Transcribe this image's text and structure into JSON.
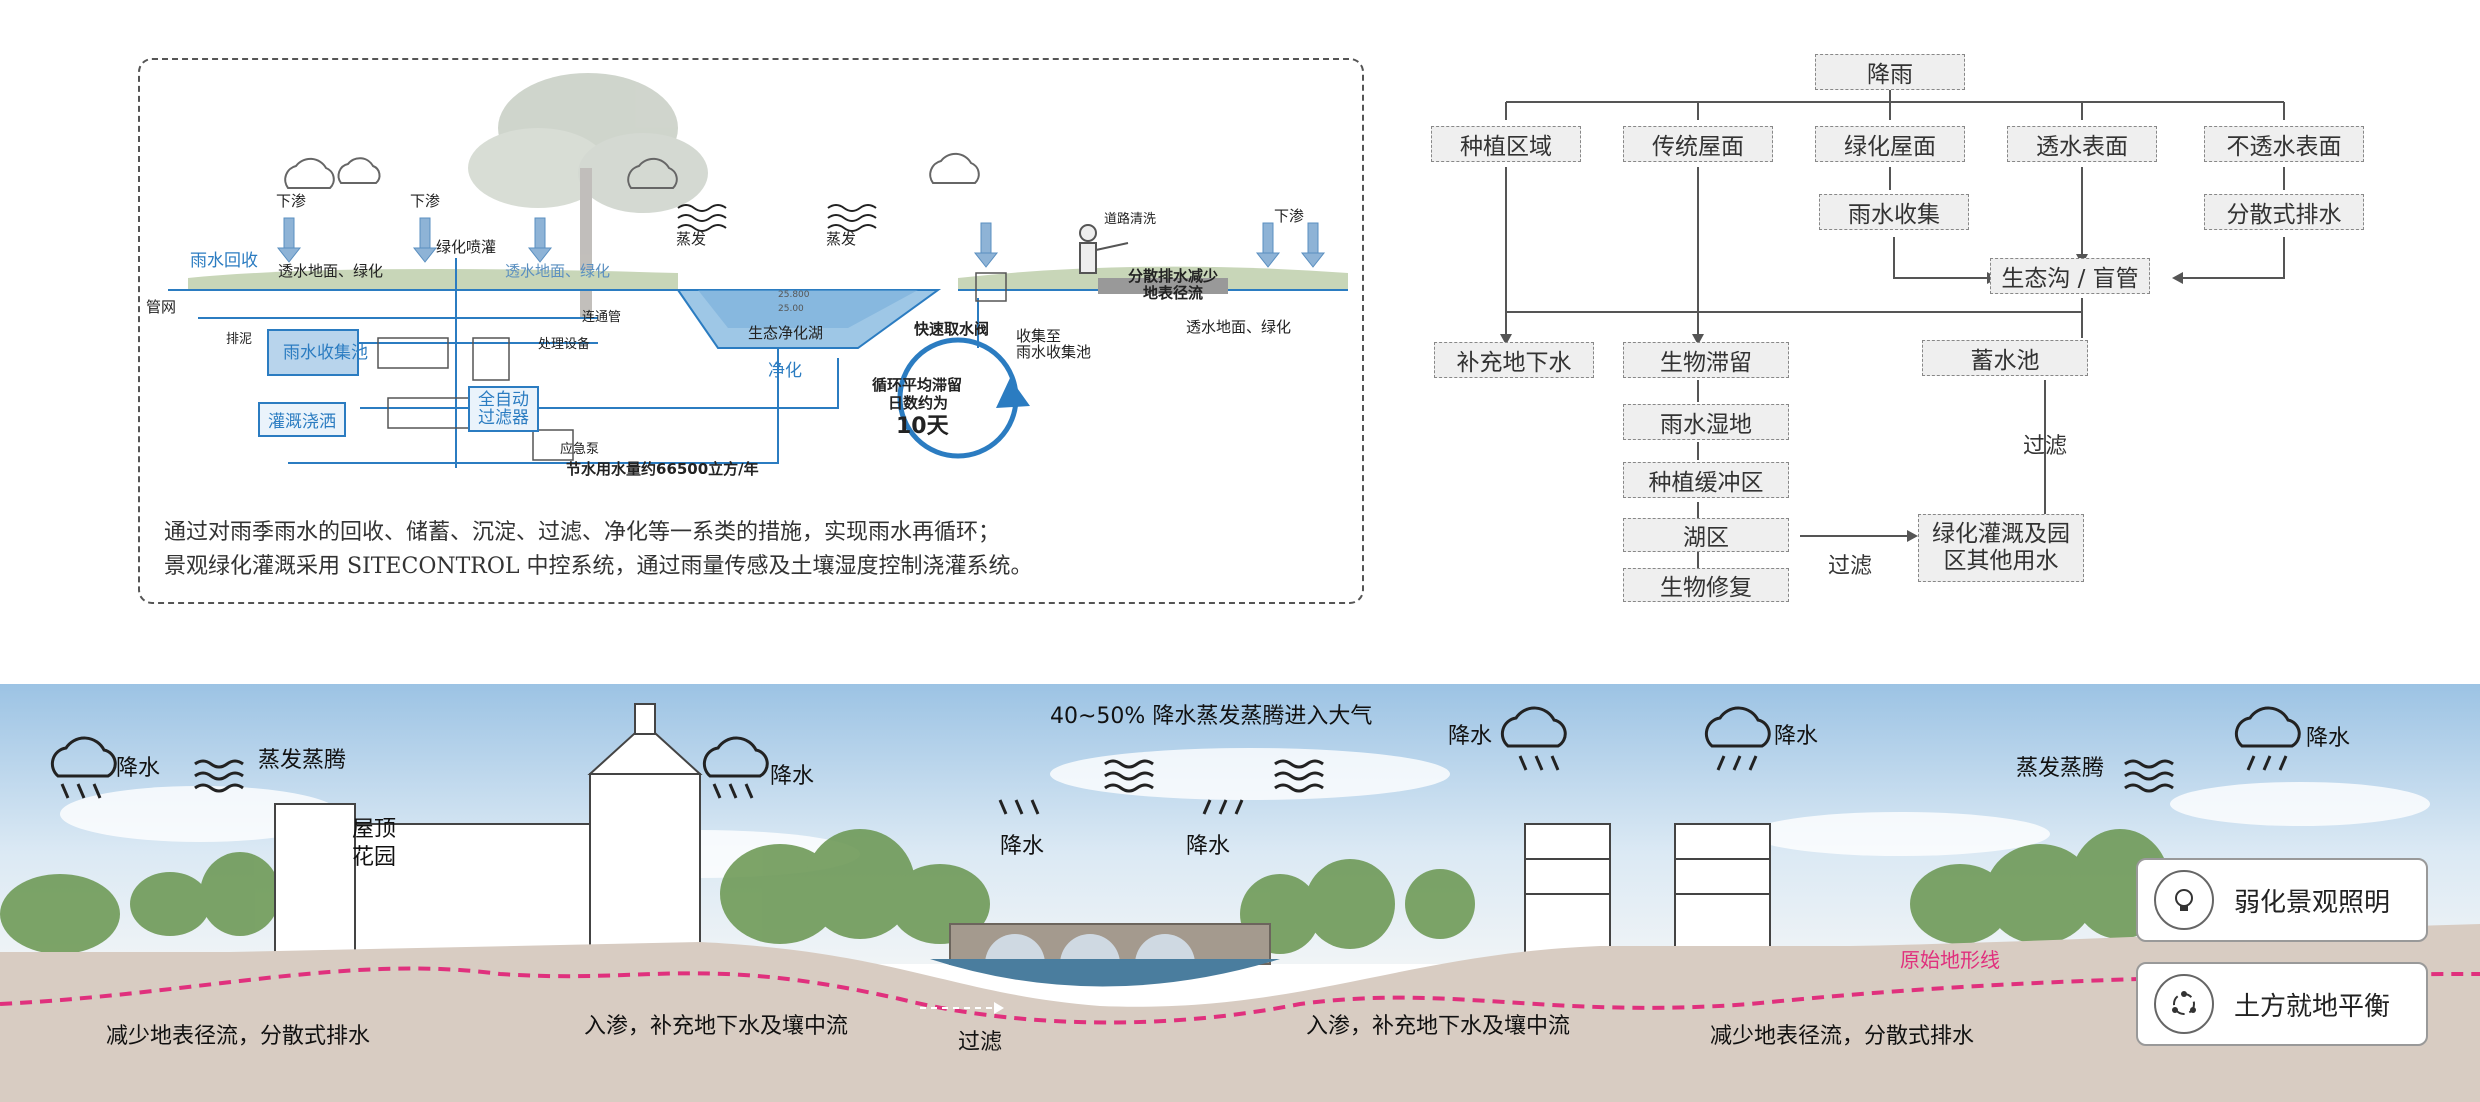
{
  "water_cycle": {
    "labels": {
      "rain_recycle": "雨水回收",
      "infiltrate_1": "下渗",
      "infiltrate_2": "下渗",
      "infiltrate_3": "下渗",
      "green_spray": "绿化喷灌",
      "evap_1": "蒸发",
      "evap_2": "蒸发",
      "road_clean": "道路清洗",
      "permeable_left": "透水地面、绿化",
      "permeable_mid": "透水地面、绿化",
      "permeable_right": "透水地面、绿化",
      "pipe_network": "管网",
      "mud_discharge": "排泥",
      "connect_pipe": "连通管",
      "treatment": "处理设备",
      "eco_lake": "生态净化湖",
      "purify": "净化",
      "fast_valve": "快速取水阀",
      "collect_to_pool": "收集至\n雨水收集池",
      "scatter_drain": "分散排水减少\n地表径流",
      "emergency_pump": "应急泵",
      "rain_pool": "雨水收集池",
      "irrigation": "灌溉浇洒",
      "auto_filter": "全自动\n过滤器",
      "cycle_1": "循环平均滞留",
      "cycle_2": "日数约为",
      "cycle_3": "10天",
      "water_saving": "节水用水量约66500立方/年",
      "level_1": "25.800",
      "level_2": "25.00"
    },
    "paragraph_1": "通过对雨季雨水的回收、储蓄、沉淀、过滤、净化等一系类的措施，实现雨水再循环；",
    "paragraph_2": "景观绿化灌溉采用 SITECONTROL 中控系统，通过雨量传感及土壤湿度控制浇灌系统。"
  },
  "flowchart": {
    "root": "降雨",
    "level1": [
      "种植区域",
      "传统屋面",
      "绿化屋面",
      "透水表面",
      "不透水表面"
    ],
    "rain_collect": "雨水收集",
    "scatter_drain": "分散式排水",
    "eco_ditch": "生态沟 / 盲管",
    "recharge": "补充地下水",
    "bio_chain": [
      "生物滞留",
      "雨水湿地",
      "种植缓冲区",
      "湖区",
      "生物修复"
    ],
    "storage": "蓄水池",
    "filter_1": "过滤",
    "filter_2": "过滤",
    "reuse": "绿化灌溉及园\n区其他用水"
  },
  "section": {
    "rain_1": "降水",
    "evap_1": "蒸发蒸腾",
    "rain_2": "降水",
    "roof_garden": "屋顶\n花园",
    "atmos": "40~50% 降水蒸发蒸腾进入大气",
    "rain_3": "降水",
    "rain_4": "降水",
    "rain_5": "降水",
    "rain_6": "降水",
    "evap_2": "蒸发蒸腾",
    "rain_7": "降水",
    "original_terrain": "原始地形线",
    "bottom_1": "减少地表径流，分散式排水",
    "bottom_2": "入渗，补充地下水及壤中流",
    "bottom_3": "过滤",
    "bottom_4": "入渗，补充地下水及壤中流",
    "bottom_5": "减少地表径流，分散式排水"
  },
  "legend": [
    {
      "label": "弱化景观照明",
      "icon": "light-bulb-icon"
    },
    {
      "label": "土方就地平衡",
      "icon": "earth-cycle-icon"
    }
  ],
  "colors": {
    "blue": "#2b7cc1",
    "terrain_line": "#e0307d",
    "soil": "#d8ccc2"
  }
}
